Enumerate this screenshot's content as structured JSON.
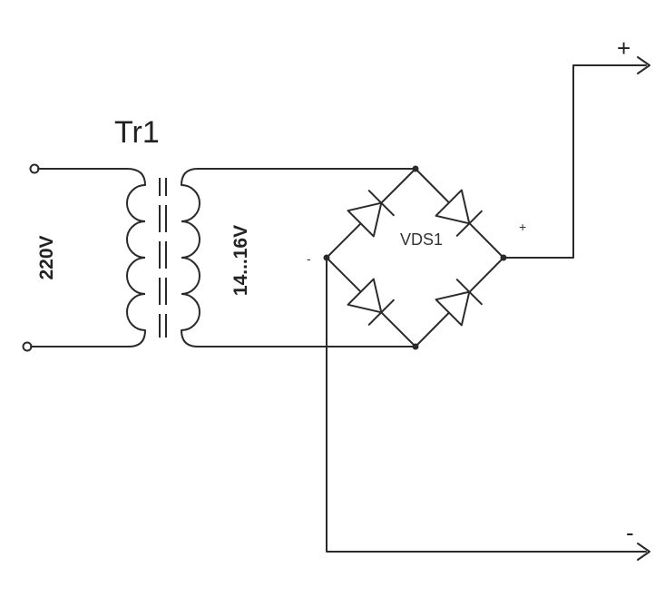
{
  "labels": {
    "transformer": "Tr1",
    "primary_voltage": "220V",
    "secondary_voltage": "14...16V",
    "bridge": "VDS1",
    "bridge_plus": "+",
    "bridge_minus": "-",
    "out_plus": "+",
    "out_minus": "-"
  },
  "colors": {
    "line": "#2a2a2a",
    "background": "#ffffff"
  }
}
